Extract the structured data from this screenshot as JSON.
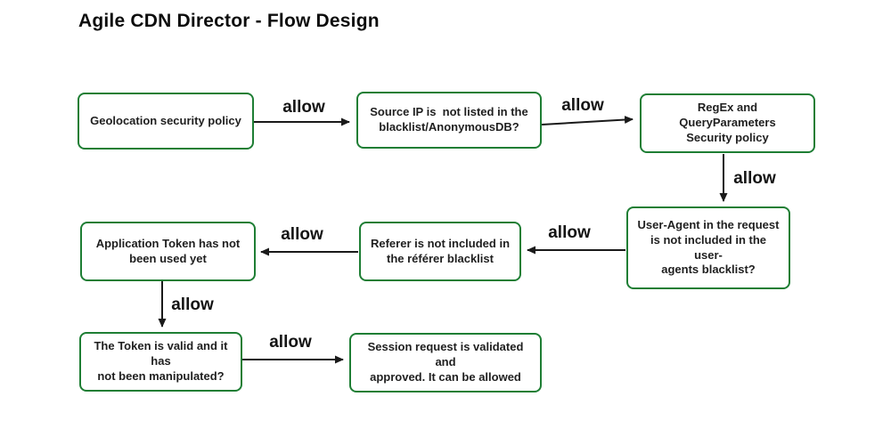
{
  "title": "Agile CDN Director - Flow Design",
  "diagram": {
    "colors": {
      "node_border": "#1e7e34",
      "node_text": "#1f1f1f",
      "arrow": "#1a1a1a"
    },
    "nodes": [
      {
        "id": "geolocation-policy",
        "text": "Geolocation security policy"
      },
      {
        "id": "source-ip-check",
        "text": "Source IP is  not listed in the\nblacklist/AnonymousDB?"
      },
      {
        "id": "regex-queryparams-policy",
        "text": "RegEx and QueryParameters\nSecurity policy"
      },
      {
        "id": "user-agent-check",
        "text": "User-Agent in the request\nis not included in the user-\nagents blacklist?"
      },
      {
        "id": "referer-check",
        "text": "Referer is not included in\nthe référer blacklist"
      },
      {
        "id": "app-token-check",
        "text": "Application Token has not\nbeen used yet"
      },
      {
        "id": "token-valid-check",
        "text": "The Token is valid and it has\nnot been manipulated?"
      },
      {
        "id": "session-approved",
        "text": "Session request is validated and\napproved. It can be allowed"
      }
    ],
    "edges": [
      {
        "from": "geolocation-policy",
        "to": "source-ip-check",
        "label": "allow"
      },
      {
        "from": "source-ip-check",
        "to": "regex-queryparams-policy",
        "label": "allow"
      },
      {
        "from": "regex-queryparams-policy",
        "to": "user-agent-check",
        "label": "allow"
      },
      {
        "from": "user-agent-check",
        "to": "referer-check",
        "label": "allow"
      },
      {
        "from": "referer-check",
        "to": "app-token-check",
        "label": "allow"
      },
      {
        "from": "app-token-check",
        "to": "token-valid-check",
        "label": "allow"
      },
      {
        "from": "token-valid-check",
        "to": "session-approved",
        "label": "allow"
      }
    ]
  }
}
